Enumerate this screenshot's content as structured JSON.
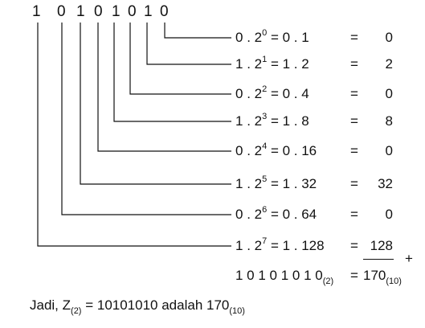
{
  "bits": [
    "1",
    "0",
    "1",
    "0",
    "1",
    "0",
    "1",
    "0"
  ],
  "rows": [
    {
      "bit": "0",
      "exp": "0",
      "prod": "0 . 1",
      "res": "0"
    },
    {
      "bit": "1",
      "exp": "1",
      "prod": "1 . 2",
      "res": "2"
    },
    {
      "bit": "0",
      "exp": "2",
      "prod": "0 . 4",
      "res": "0"
    },
    {
      "bit": "1",
      "exp": "3",
      "prod": "1 . 8",
      "res": "8"
    },
    {
      "bit": "0",
      "exp": "4",
      "prod": "0 . 16",
      "res": "0"
    },
    {
      "bit": "1",
      "exp": "5",
      "prod": "1 . 32",
      "res": "32"
    },
    {
      "bit": "0",
      "exp": "6",
      "prod": "0 . 64",
      "res": "0"
    },
    {
      "bit": "1",
      "exp": "7",
      "prod": "1 . 128",
      "res": "128"
    }
  ],
  "eq_sign": "=",
  "plus_sign": "+",
  "final": {
    "binary": "1 0 1 0 1 0 1 0",
    "binary_base": "(2)",
    "eq": "=",
    "decimal": "170",
    "decimal_base": "(10)"
  },
  "conclusion": {
    "prefix": "Jadi, Z",
    "base2": "(2)",
    "middle": " = 10101010 adalah 170",
    "base10": "(10)"
  }
}
